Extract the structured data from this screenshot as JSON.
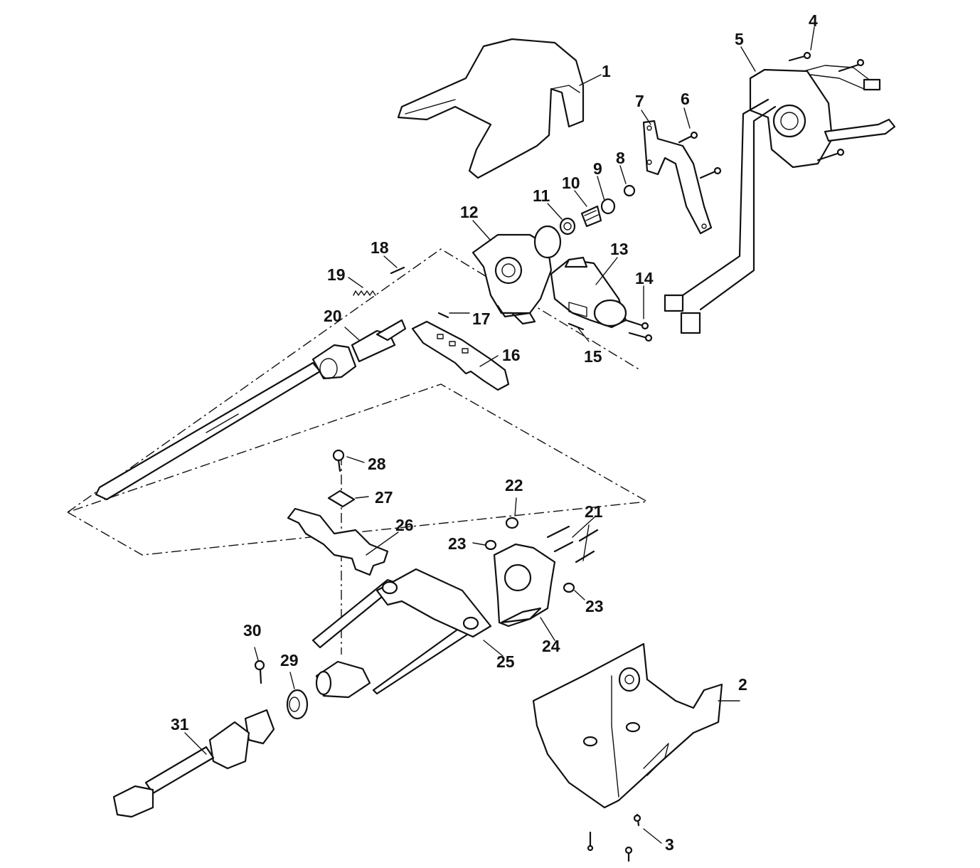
{
  "callouts": [
    {
      "id": "c1",
      "label": "1"
    },
    {
      "id": "c2",
      "label": "2"
    },
    {
      "id": "c3",
      "label": "3"
    },
    {
      "id": "c4",
      "label": "4"
    },
    {
      "id": "c5",
      "label": "5"
    },
    {
      "id": "c6",
      "label": "6"
    },
    {
      "id": "c7",
      "label": "7"
    },
    {
      "id": "c8",
      "label": "8"
    },
    {
      "id": "c9",
      "label": "9"
    },
    {
      "id": "c10",
      "label": "10"
    },
    {
      "id": "c11",
      "label": "11"
    },
    {
      "id": "c12",
      "label": "12"
    },
    {
      "id": "c13",
      "label": "13"
    },
    {
      "id": "c14",
      "label": "14"
    },
    {
      "id": "c15",
      "label": "15"
    },
    {
      "id": "c16",
      "label": "16"
    },
    {
      "id": "c17",
      "label": "17"
    },
    {
      "id": "c18",
      "label": "18"
    },
    {
      "id": "c19",
      "label": "19"
    },
    {
      "id": "c20",
      "label": "20"
    },
    {
      "id": "c21",
      "label": "21"
    },
    {
      "id": "c22",
      "label": "22"
    },
    {
      "id": "c23a",
      "label": "23"
    },
    {
      "id": "c23b",
      "label": "23"
    },
    {
      "id": "c24",
      "label": "24"
    },
    {
      "id": "c25",
      "label": "25"
    },
    {
      "id": "c26",
      "label": "26"
    },
    {
      "id": "c27",
      "label": "27"
    },
    {
      "id": "c28",
      "label": "28"
    },
    {
      "id": "c29",
      "label": "29"
    },
    {
      "id": "c30",
      "label": "30"
    },
    {
      "id": "c31",
      "label": "31"
    }
  ]
}
